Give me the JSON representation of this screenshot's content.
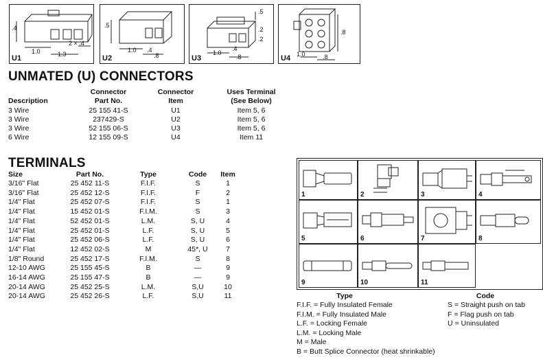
{
  "figures": [
    {
      "label": "U1",
      "dims": [
        "1.0",
        "1.3",
        "2 × .4",
        ".4"
      ]
    },
    {
      "label": "U2",
      "dims": [
        "1.0",
        ".4",
        ".8",
        ".5"
      ]
    },
    {
      "label": "U3",
      "dims": [
        "1.0",
        ".4",
        ".8",
        ".2",
        ".2",
        ".5"
      ]
    },
    {
      "label": "U4",
      "dims": [
        "1.0",
        ".8",
        ".8"
      ]
    }
  ],
  "connectors": {
    "title": "UNMATED (U) CONNECTORS",
    "headers": {
      "description": "Description",
      "part_line1": "Connector",
      "part_line2": "Part No.",
      "item_line1": "Connector",
      "item_line2": "Item",
      "uses_line1": "Uses Terminal",
      "uses_line2": "(See Below)"
    },
    "rows": [
      {
        "description": "3 Wire",
        "part": "25 155 41-S",
        "item": "U1",
        "uses": "Item 5, 6"
      },
      {
        "description": "3 Wire",
        "part": "237429-S",
        "item": "U2",
        "uses": "Item 5, 6"
      },
      {
        "description": "3 Wire",
        "part": "52 155 06-S",
        "item": "U3",
        "uses": "Item 5, 6"
      },
      {
        "description": "6 Wire",
        "part": "12 155 09-S",
        "item": "U4",
        "uses": "Item 11"
      }
    ]
  },
  "terminals": {
    "title": "TERMINALS",
    "headers": {
      "size": "Size",
      "part": "Part No.",
      "type": "Type",
      "code": "Code",
      "item": "Item"
    },
    "rows": [
      {
        "size": "3/16\" Flat",
        "part": "25 452 11-S",
        "type": "F.I.F.",
        "code": "S",
        "item": "1"
      },
      {
        "size": "3/16\" Flat",
        "part": "25 452 12-S",
        "type": "F.I.F.",
        "code": "F",
        "item": "2"
      },
      {
        "size": "1/4\" Flat",
        "part": "25 452 07-S",
        "type": "F.I.F.",
        "code": "S",
        "item": "1"
      },
      {
        "size": "1/4\" Flat",
        "part": "15 452 01-S",
        "type": "F.I.M.",
        "code": "S",
        "item": "3"
      },
      {
        "size": "1/4\" Flat",
        "part": "52 452 01-S",
        "type": "L.M.",
        "code": "S, U",
        "item": "4"
      },
      {
        "size": "1/4\" Flat",
        "part": "25 452 01-S",
        "type": "L.F.",
        "code": "S, U",
        "item": "5"
      },
      {
        "size": "1/4\" Flat",
        "part": "25 452 06-S",
        "type": "L.F.",
        "code": "S, U",
        "item": "6"
      },
      {
        "size": "1/4\" Flat",
        "part": "12 452 02-S",
        "type": "M",
        "code": "45*, U",
        "item": "7"
      },
      {
        "size": "1/8\" Round",
        "part": "25 452 17-S",
        "type": "F.I.M.",
        "code": "S",
        "item": "8"
      },
      {
        "size": "12-10 AWG",
        "part": "25 155 45-S",
        "type": "B",
        "code": "—",
        "item": "9"
      },
      {
        "size": "16-14 AWG",
        "part": "25 155 47-S",
        "type": "B",
        "code": "—",
        "item": "9"
      },
      {
        "size": "20-14 AWG",
        "part": "25 452 25-S",
        "type": "L.M.",
        "code": "S,U",
        "item": "10"
      },
      {
        "size": "20-14 AWG",
        "part": "25 452 26-S",
        "type": "L.F.",
        "code": "S,U",
        "item": "11"
      }
    ]
  },
  "grid_labels": [
    "1",
    "2",
    "3",
    "4",
    "5",
    "6",
    "7",
    "8",
    "9",
    "10",
    "11"
  ],
  "legend": {
    "type_title": "Type",
    "type_items": [
      "F.I.F. = Fully Insulated Female",
      "F.I.M. = Fully Insulated Male",
      "L.F. = Locking Female",
      "L.M. = Locking Male",
      "M = Male",
      "B = Butt Splice Connector (heat shrinkable)"
    ],
    "code_title": "Code",
    "code_items": [
      "S = Straight push on tab",
      "F = Flag push on tab",
      "U = Uninsulated"
    ]
  }
}
